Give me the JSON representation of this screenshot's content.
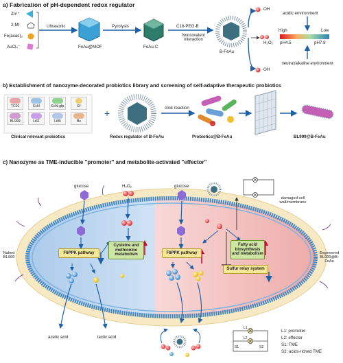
{
  "section_a": {
    "title": "a) Fabrication of pH-dependent redox regulator",
    "precursors": [
      "Zn²⁺",
      "2-MI",
      "Fe(acac)₃",
      "AuCl₄⁻"
    ],
    "step1": "Ultrasonic",
    "step2": "Pyrolysis",
    "product1": "FeAu@MOF",
    "product2": "FeAu-C",
    "reagent": "C18-PEG-B",
    "interaction": "Noncovalent interaction",
    "final": "B-FeAu",
    "oh_label": "·OH",
    "acidic": "acidic environment",
    "high": "High",
    "low": "Low",
    "h2o2": "H₂O₂",
    "ph45": "pH4.5",
    "ph78": "pH7.8",
    "neutral": "neutral/alkaline environment"
  },
  "section_b": {
    "title": "b) Establishment of nanozyme-decorated probiotics library and screening of self-adaptive therapeutic probiotics",
    "probiotics": [
      "TC01",
      "EcN",
      "EcN-gfp",
      "Ef",
      "BL999",
      "Li61",
      "Li05",
      "Bs"
    ],
    "label_clinical": "Clinical relevant probiotics",
    "label_regulator": "Redox regulator of B-FeAu",
    "click": "click reaction",
    "label_probiotics_b": "Probiotics@B-FeAu",
    "label_bl999": "BL999@B-FeAu"
  },
  "section_c": {
    "title": "c) Nanozyme as TME-inducible \"promoter\" and metabolite-activated \"effector\"",
    "glucose": "glucose",
    "h2o2": "H₂O₂",
    "damaged": "damaged cell wall/membrane",
    "naked": "Naked BL999",
    "engineered": "Engineered BL999@B-FeAu",
    "f6ppk": "F6PPK pathway",
    "cysteine": "Cysteine and methionine metabolism",
    "fatty": "Fatty acid biosynthesis and metabolism",
    "sulfur": "Sulfur relay system",
    "acetic": "acetic acid",
    "lactic": "lactic acid",
    "legend": [
      "L1: promoter",
      "L2: effector",
      "S1: TME",
      "S2: acids-riched TME"
    ],
    "circuit_labels": [
      "L1",
      "L2",
      "S1",
      "S2"
    ]
  },
  "colors": {
    "plus_arrow": "#1f5fa6",
    "left_cell": "#bcd7ef",
    "right_cell": "#f3c4c2",
    "membrane": "#5a9fd4",
    "box_fill": "#f5e79a",
    "box_green": "#cfe5a3",
    "red_arrow": "#c8102e"
  }
}
